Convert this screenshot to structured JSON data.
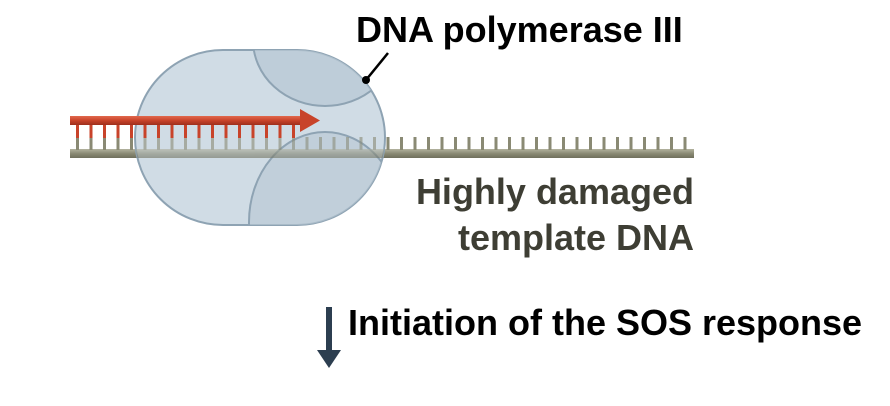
{
  "labels": {
    "polymerase": "DNA polymerase III",
    "damaged_line1": "Highly damaged",
    "damaged_line2": "template DNA",
    "sos": "Initiation of the SOS response"
  },
  "colors": {
    "enzyme_fill": "#ccd9e3",
    "enzyme_stroke": "#8ea3b3",
    "template_strand": "#8a8a74",
    "new_strand": "#c8432a",
    "arrow": "#2c3e50",
    "damaged_text": "#3e3e34"
  }
}
